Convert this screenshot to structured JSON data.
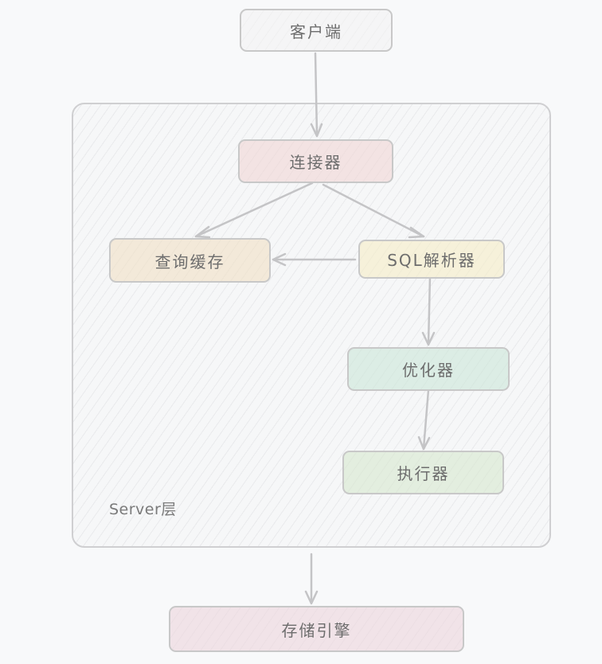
{
  "diagram": {
    "type": "flowchart",
    "style": "hand-drawn",
    "layer": {
      "label": "Server层",
      "fill": "#f6f7f8",
      "stroke": "#cfcfd1"
    },
    "nodes": [
      {
        "id": "client",
        "label": "客户端",
        "fill": "#f5f5f6"
      },
      {
        "id": "conn",
        "label": "连接器",
        "fill": "#f3e3e3"
      },
      {
        "id": "cache",
        "label": "查询缓存",
        "fill": "#f3e9d9"
      },
      {
        "id": "parser",
        "label": "SQL解析器",
        "fill": "#f6f1da"
      },
      {
        "id": "opt",
        "label": "优化器",
        "fill": "#dcede5"
      },
      {
        "id": "exec",
        "label": "执行器",
        "fill": "#e3eedf"
      },
      {
        "id": "storage",
        "label": "存储引擎",
        "fill": "#f1e3e8"
      }
    ],
    "edges": [
      {
        "from": "client",
        "to": "conn"
      },
      {
        "from": "conn",
        "to": "cache"
      },
      {
        "from": "conn",
        "to": "parser"
      },
      {
        "from": "parser",
        "to": "cache"
      },
      {
        "from": "parser",
        "to": "opt"
      },
      {
        "from": "opt",
        "to": "exec"
      },
      {
        "from": "layer",
        "to": "storage"
      }
    ],
    "edge_color": "#c4c4c6",
    "text_color": "#6d6d6d"
  }
}
